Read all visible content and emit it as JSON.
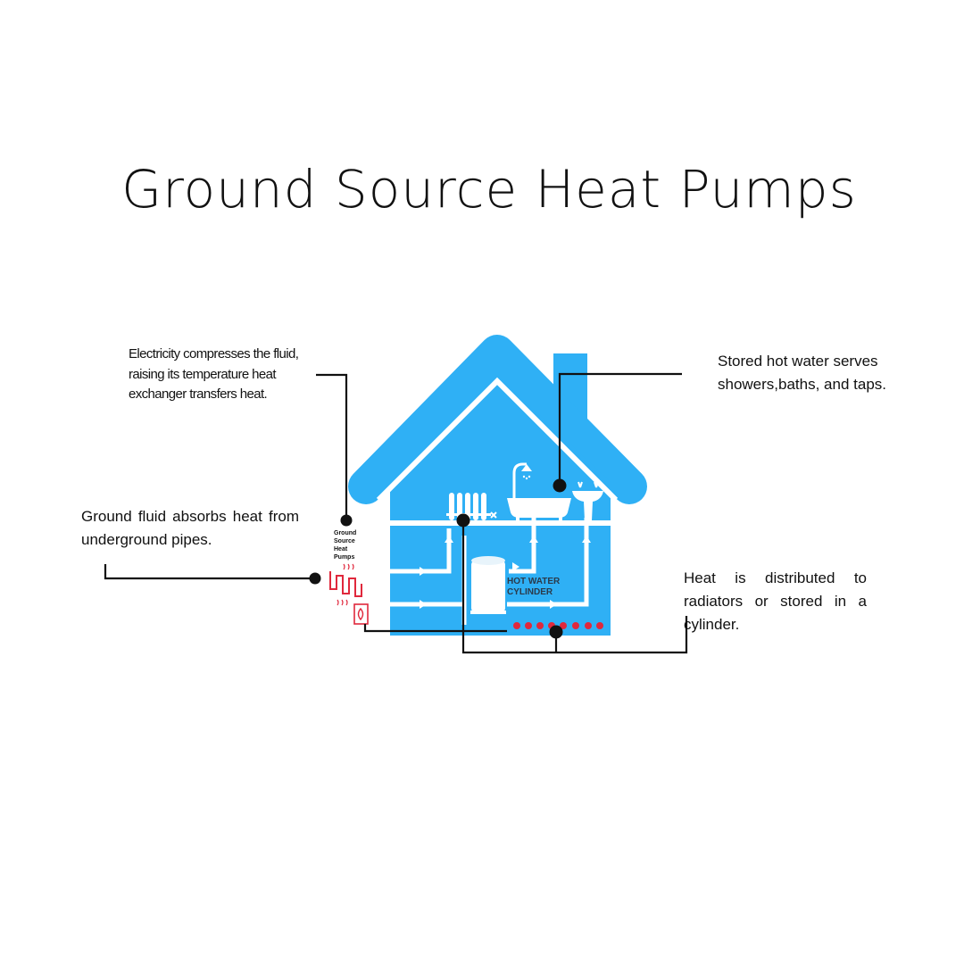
{
  "title": "Ground Source Heat Pumps",
  "labels": {
    "electricity": "Electricity compresses  the fluid, raising its temperature heat exchanger transfers heat.",
    "stored_water": "Stored hot water serves showers,baths, and taps.",
    "ground_fluid": "Ground fluid absorbs heat from underground pipes.",
    "distributed": "Heat is distributed to radiators or stored in a cylinder."
  },
  "house": {
    "cylinder_label_line1": "HOT WATER",
    "cylinder_label_line2": "CYLINDER"
  },
  "heat_pump": {
    "label_line1": "Ground",
    "label_line2": "Source",
    "label_line3": "Heat",
    "label_line4": "Pumps"
  },
  "colors": {
    "house_blue": "#2fb0f5",
    "pipe_white": "#ffffff",
    "pump_red": "#e0283c",
    "leader_line": "#111111",
    "cylinder_text": "#2b3a4a"
  },
  "icons": {
    "pump": "heat-pump-icon",
    "radiator": "radiator-icon",
    "bath": "bathtub-icon",
    "sink": "sink-icon",
    "cylinder": "water-cylinder-icon"
  }
}
